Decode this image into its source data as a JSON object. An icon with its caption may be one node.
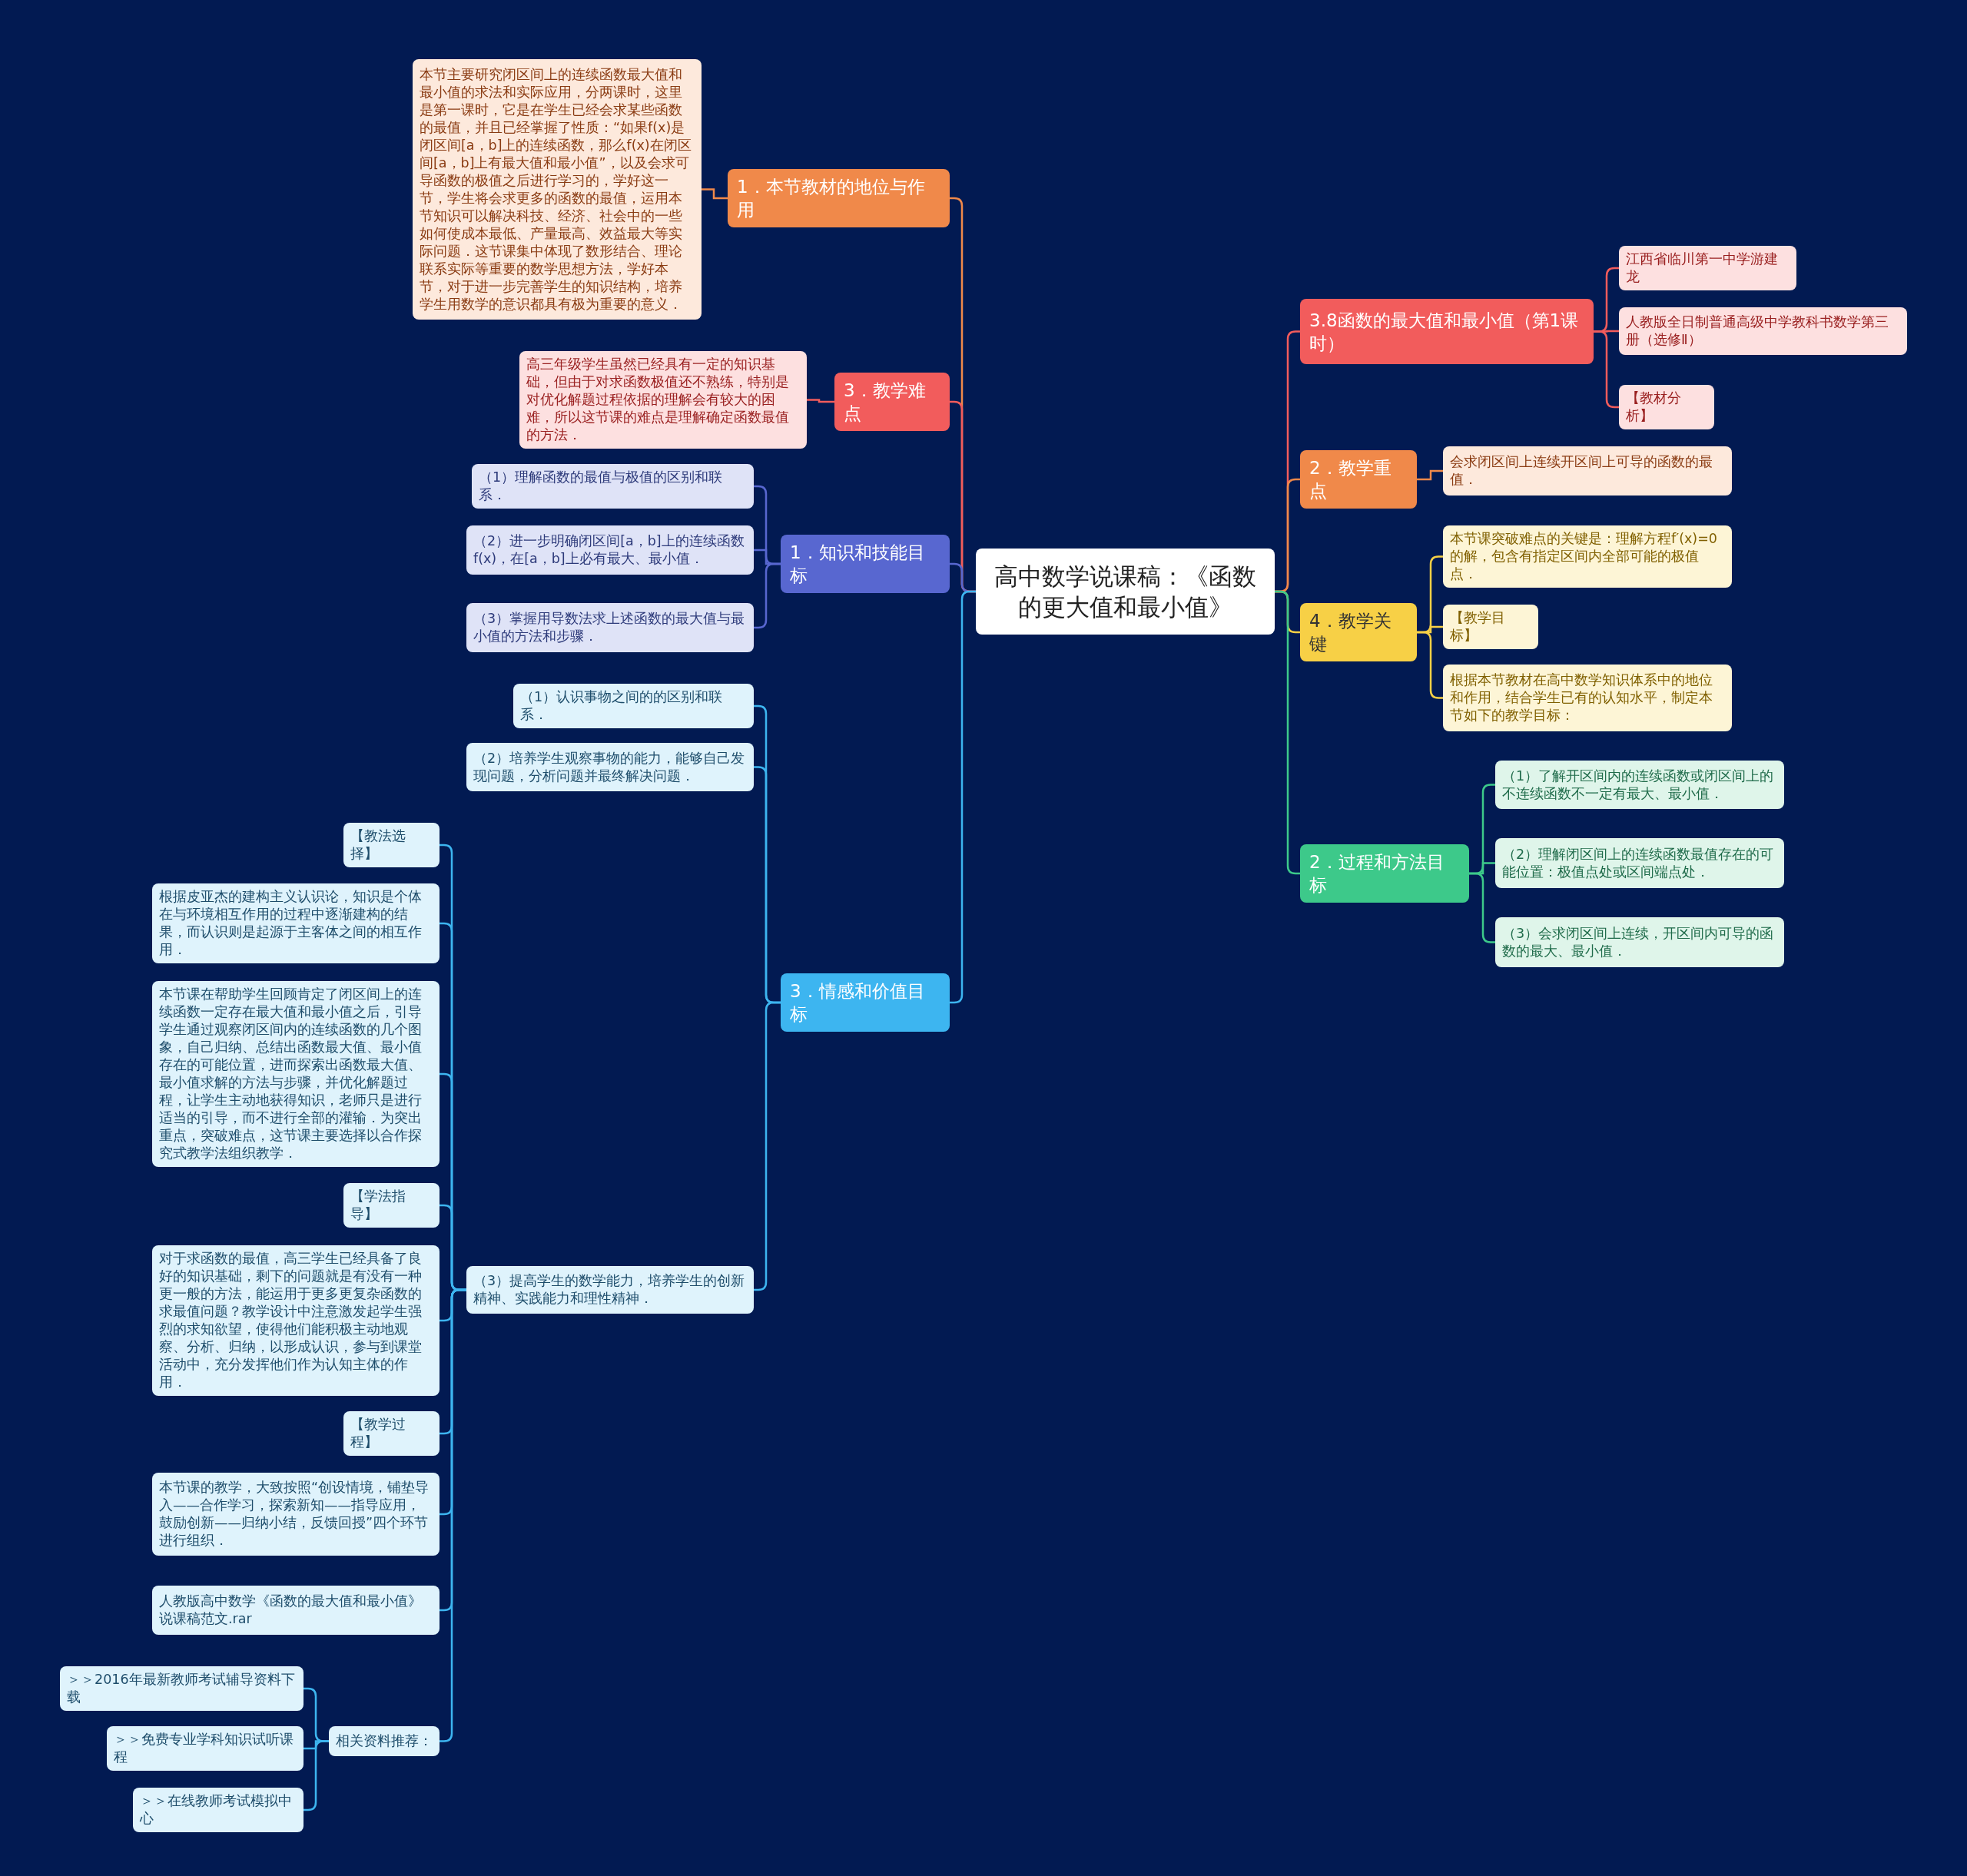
{
  "diagram": {
    "nodes": [
      {
        "text": [
          "高中数学说课稿：《函数的更大值和最小值》"
        ]
      },
      {
        "text": [
          "1．本节教材的地位与作用"
        ]
      },
      {
        "text": [
          "本节主要研究闭区间上的连续函数最大值和最小值的求法和实际应用，分两课时，这里是第一课时，它是在学生已经会求某些函数的最值，并且已经掌握了性质：“如果f(x)是闭区间[a，b]上的连续函数，那么f(x)在闭区间[a，b]上有最大值和最小值”，以及会求可导函数的极值之后进行学习的，学好这一节，学生将会求更多的函数的最值，运用本节知识可以解决科技、经济、社会中的一些如何使成本最低、产量最高、效益最大等实际问题．这节课集中体现了数形结合、理论联系实际等重要的数学思想方法，学好本节，对于进一步完善学生的知识结构，培养学生用数学的意识都具有极为重要的意义．"
        ]
      },
      {
        "text": [
          "3．教学难点"
        ]
      },
      {
        "text": [
          "高三年级学生虽然已经具有一定的知识基础，但由于对求函数极值还不熟练，特别是对优化解题过程依据的理解会有较大的困难，所以这节课的难点是理解确定函数最值的方法．"
        ]
      },
      {
        "text": [
          "1．知识和技能目标"
        ]
      },
      {
        "text": [
          "（1）理解函数的最值与极值的区别和联系．"
        ]
      },
      {
        "text": [
          "（2）进一步明确闭区间[a，b]上的连续函数f(x)，在[a，b]上必有最大、最小值．"
        ]
      },
      {
        "text": [
          "（3）掌握用导数法求上述函数的最大值与最小值的方法和步骤．"
        ]
      },
      {
        "text": [
          "3．情感和价值目标"
        ]
      },
      {
        "text": [
          "（1）认识事物之间的的区别和联系．"
        ]
      },
      {
        "text": [
          "（2）培养学生观察事物的能力，能够自己发现问题，分析问题并最终解决问题．"
        ]
      },
      {
        "text": [
          "（3）提高学生的数学能力，培养学生的创新精神、实践能力和理性精神．"
        ]
      },
      {
        "text": [
          "【教法选择】"
        ]
      },
      {
        "text": [
          "根据皮亚杰的建构主义认识论，知识是个体在与环境相互作用的过程中逐渐建构的结果，而认识则是起源于主客体之间的相互作用．"
        ]
      },
      {
        "text": [
          "本节课在帮助学生回顾肯定了闭区间上的连续函数一定存在最大值和最小值之后，引导学生通过观察闭区间内的连续函数的几个图象，自己归纳、总结出函数最大值、最小值存在的可能位置，进而探索出函数最大值、最小值求解的方法与步骤，并优化解题过程，让学生主动地获得知识，老师只是进行适当的引导，而不进行全部的灌输．为突出重点，突破难点，这节课主要选择以合作探究式教学法组织教学．"
        ]
      },
      {
        "text": [
          "【学法指导】"
        ]
      },
      {
        "text": [
          "对于求函数的最值，高三学生已经具备了良好的知识基础，剩下的问题就是有没有一种更一般的方法，能运用于更多更复杂函数的求最值问题？教学设计中注意激发起学生强烈的求知欲望，使得他们能积极主动地观察、分析、归纳，以形成认识，参与到课堂活动中，充分发挥他们作为认知主体的作用．"
        ]
      },
      {
        "text": [
          "【教学过程】"
        ]
      },
      {
        "text": [
          "本节课的教学，大致按照“创设情境，铺垫导入——合作学习，探索新知——指导应用，鼓励创新——归纳小结，反馈回授”四个环节进行组织．"
        ]
      },
      {
        "text": [
          "人教版高中数学《函数的最大值和最小值》说课稿范文.rar"
        ]
      },
      {
        "text": [
          "相关资料推荐："
        ]
      },
      {
        "text": [
          "＞＞2016年最新教师考试辅导资料下载"
        ]
      },
      {
        "text": [
          "＞＞免费专业学科知识试听课程"
        ]
      },
      {
        "text": [
          "＞＞在线教师考试模拟中心"
        ]
      },
      {
        "text": [
          "3.8函数的最大值和最小值（第1课时）"
        ]
      },
      {
        "text": [
          "江西省临川第一中学游建龙"
        ]
      },
      {
        "text": [
          "人教版全日制普通高级中学教科书数学第三册（选修Ⅱ）"
        ]
      },
      {
        "text": [
          "【教材分析】"
        ]
      },
      {
        "text": [
          "2．教学重点"
        ]
      },
      {
        "text": [
          "会求闭区间上连续开区间上可导的函数的最值．"
        ]
      },
      {
        "text": [
          "4．教学关键"
        ]
      },
      {
        "text": [
          "本节课突破难点的关键是：理解方程f′(x)=0的解，包含有指定区间内全部可能的极值点．"
        ]
      },
      {
        "text": [
          "【教学目标】"
        ]
      },
      {
        "text": [
          "根据本节教材在高中数学知识体系中的地位和作用，结合学生已有的认知水平，制定本节如下的教学目标："
        ]
      },
      {
        "text": [
          "2．过程和方法目标"
        ]
      },
      {
        "text": [
          "（1）了解开区间内的连续函数或闭区间上的不连续函数不一定有最大、最小值．"
        ]
      },
      {
        "text": [
          "（2）理解闭区间上的连续函数最值存在的可能位置：极值点处或区间端点处．"
        ]
      },
      {
        "text": [
          "（3）会求闭区间上连续，开区间内可导的函数的最大、最小值．"
        ]
      }
    ],
    "edges": [
      {
        "from": 0,
        "to": 1,
        "arrow": "none",
        "color": "#f0894a"
      },
      {
        "from": 1,
        "to": 2,
        "arrow": "none",
        "color": "#f0894a"
      },
      {
        "from": 0,
        "to": 3,
        "arrow": "none",
        "color": "#f25c5c"
      },
      {
        "from": 3,
        "to": 4,
        "arrow": "none",
        "color": "#f25c5c"
      },
      {
        "from": 0,
        "to": 5,
        "arrow": "none",
        "color": "#5867d0"
      },
      {
        "from": 5,
        "to": 6,
        "arrow": "none",
        "color": "#5867d0"
      },
      {
        "from": 5,
        "to": 7,
        "arrow": "none",
        "color": "#5867d0"
      },
      {
        "from": 5,
        "to": 8,
        "arrow": "none",
        "color": "#5867d0"
      },
      {
        "from": 0,
        "to": 9,
        "arrow": "none",
        "color": "#3db5f0"
      },
      {
        "from": 9,
        "to": 10,
        "arrow": "none",
        "color": "#3db5f0"
      },
      {
        "from": 9,
        "to": 11,
        "arrow": "none",
        "color": "#3db5f0"
      },
      {
        "from": 9,
        "to": 12,
        "arrow": "none",
        "color": "#3db5f0"
      },
      {
        "from": 12,
        "to": 13,
        "arrow": "none",
        "color": "#3db5f0"
      },
      {
        "from": 12,
        "to": 14,
        "arrow": "none",
        "color": "#3db5f0"
      },
      {
        "from": 12,
        "to": 15,
        "arrow": "none",
        "color": "#3db5f0"
      },
      {
        "from": 12,
        "to": 16,
        "arrow": "none",
        "color": "#3db5f0"
      },
      {
        "from": 12,
        "to": 17,
        "arrow": "none",
        "color": "#3db5f0"
      },
      {
        "from": 12,
        "to": 18,
        "arrow": "none",
        "color": "#3db5f0"
      },
      {
        "from": 12,
        "to": 19,
        "arrow": "none",
        "color": "#3db5f0"
      },
      {
        "from": 12,
        "to": 20,
        "arrow": "none",
        "color": "#3db5f0"
      },
      {
        "from": 12,
        "to": 21,
        "arrow": "none",
        "color": "#3db5f0"
      },
      {
        "from": 21,
        "to": 22,
        "arrow": "none",
        "color": "#3db5f0"
      },
      {
        "from": 21,
        "to": 23,
        "arrow": "none",
        "color": "#3db5f0"
      },
      {
        "from": 21,
        "to": 24,
        "arrow": "none",
        "color": "#3db5f0"
      },
      {
        "from": 0,
        "to": 25,
        "arrow": "none",
        "color": "#f25c5c"
      },
      {
        "from": 25,
        "to": 26,
        "arrow": "none",
        "color": "#f25c5c"
      },
      {
        "from": 25,
        "to": 27,
        "arrow": "none",
        "color": "#f25c5c"
      },
      {
        "from": 25,
        "to": 28,
        "arrow": "none",
        "color": "#f25c5c"
      },
      {
        "from": 0,
        "to": 29,
        "arrow": "none",
        "color": "#f0894a"
      },
      {
        "from": 29,
        "to": 30,
        "arrow": "none",
        "color": "#f0894a"
      },
      {
        "from": 0,
        "to": 31,
        "arrow": "none",
        "color": "#f7d046"
      },
      {
        "from": 31,
        "to": 32,
        "arrow": "none",
        "color": "#f7d046"
      },
      {
        "from": 31,
        "to": 33,
        "arrow": "none",
        "color": "#f7d046"
      },
      {
        "from": 31,
        "to": 34,
        "arrow": "none",
        "color": "#f7d046"
      },
      {
        "from": 0,
        "to": 35,
        "arrow": "none",
        "color": "#3dc98a"
      },
      {
        "from": 35,
        "to": 36,
        "arrow": "none",
        "color": "#3dc98a"
      },
      {
        "from": 35,
        "to": 37,
        "arrow": "none",
        "color": "#3dc98a"
      },
      {
        "from": 35,
        "to": 38,
        "arrow": "none",
        "color": "#3dc98a"
      }
    ]
  }
}
